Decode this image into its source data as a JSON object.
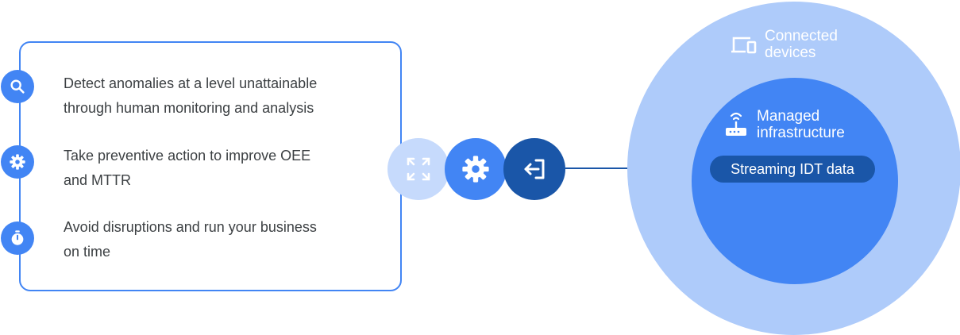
{
  "benefits": [
    {
      "icon": "search-icon",
      "line1": "Detect anomalies at a level unattainable",
      "line2": "through human monitoring and analysis"
    },
    {
      "icon": "gear-icon",
      "line1": "Take preventive action to improve OEE",
      "line2": "and MTTR"
    },
    {
      "icon": "stopwatch-icon",
      "line1": "Avoid disruptions and run your business",
      "line2": "on time"
    }
  ],
  "flow_icons": [
    "expand-icon",
    "gear-icon",
    "exit-arrow-icon"
  ],
  "rings": {
    "outer": {
      "icon": "devices-icon",
      "line1": "Connected",
      "line2": "devices"
    },
    "inner": {
      "icon": "router-icon",
      "line1": "Managed",
      "line2": "infrastructure"
    },
    "pill": "Streaming IDT data"
  },
  "colors": {
    "blue": "#4285f4",
    "light_blue": "#aecbfa",
    "dark_blue": "#1a56a8",
    "pale_blue": "#c6dafc"
  }
}
